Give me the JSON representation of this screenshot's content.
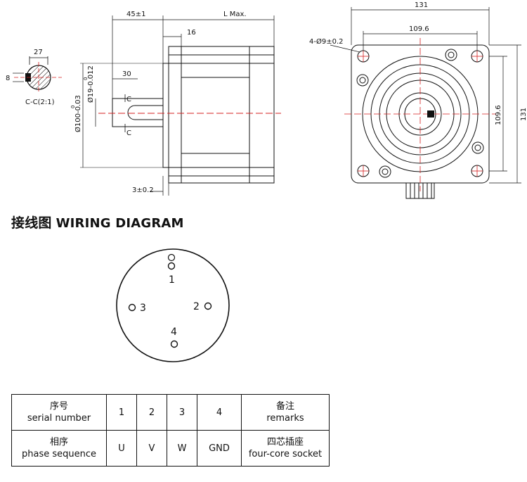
{
  "drawing": {
    "section_view": {
      "width_label": "27",
      "key_label": "8",
      "caption": "C-C(2:1)"
    },
    "side_view": {
      "dim_45": "45±1",
      "dim_lmax": "L Max.",
      "dim_16": "16",
      "dim_30": "30",
      "dim_bore_sub": "0",
      "dim_shaft": "Ø19-0.012",
      "dim_flange": "Ø100-0.03",
      "dim_flange_sub": "0",
      "dim_3": "3±0.2",
      "cut_label_top": "C",
      "cut_label_bottom": "C"
    },
    "front_view": {
      "dim_131_top": "131",
      "dim_1096_top": "109.6",
      "dim_holes": "4-Ø9±0.2",
      "dim_1096_side": "109.6",
      "dim_131_side": "131"
    }
  },
  "wiring": {
    "heading_cn": "接线图",
    "heading_en": "WIRING DIAGRAM",
    "pins": [
      "1",
      "2",
      "3",
      "4"
    ]
  },
  "table": {
    "row1": {
      "label_cn": "序号",
      "label_en": "serial number",
      "values": [
        "1",
        "2",
        "3",
        "4"
      ],
      "remark_cn": "备注",
      "remark_en": "remarks"
    },
    "row2": {
      "label_cn": "相序",
      "label_en": "phase sequence",
      "values": [
        "U",
        "V",
        "W",
        "GND"
      ],
      "remark_cn": "四芯插座",
      "remark_en": "four-core socket"
    }
  },
  "colors": {
    "line": "#111111",
    "center_mark": "#d62020"
  }
}
